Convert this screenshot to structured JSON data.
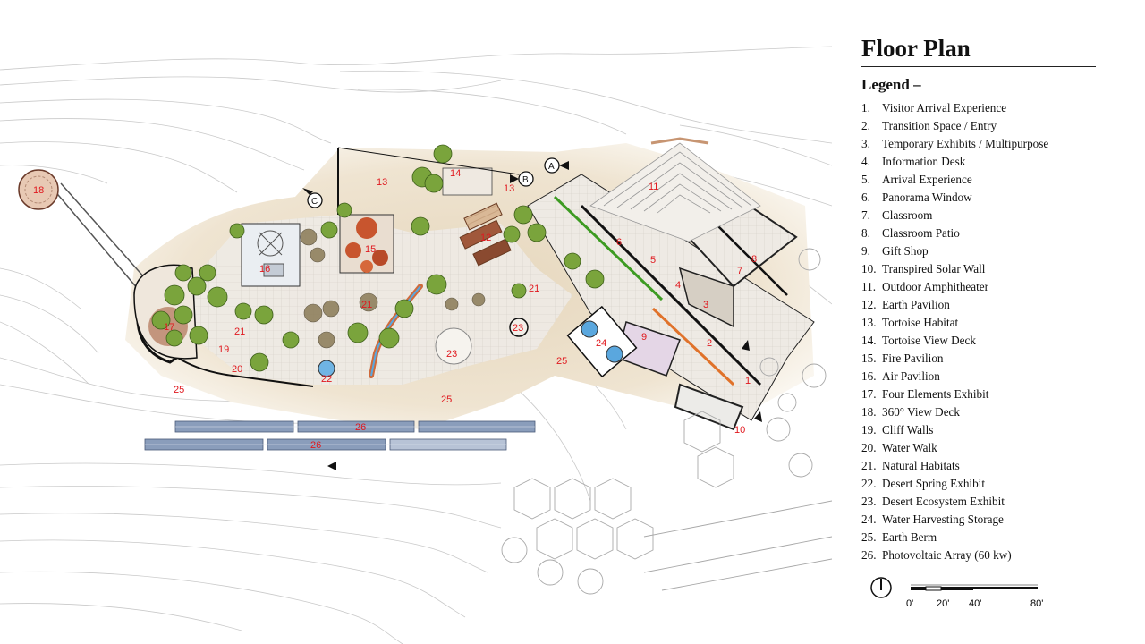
{
  "title": "Floor Plan",
  "legend": {
    "heading": "Legend –",
    "items": [
      {
        "num": "1.",
        "label": "Visitor Arrival Experience"
      },
      {
        "num": "2.",
        "label": "Transition Space / Entry"
      },
      {
        "num": "3.",
        "label": "Temporary Exhibits / Multipurpose"
      },
      {
        "num": "4.",
        "label": "Information Desk"
      },
      {
        "num": "5.",
        "label": "Arrival Experience"
      },
      {
        "num": "6.",
        "label": "Panorama Window"
      },
      {
        "num": "7.",
        "label": "Classroom"
      },
      {
        "num": "8.",
        "label": "Classroom Patio"
      },
      {
        "num": "9.",
        "label": "Gift Shop"
      },
      {
        "num": "10.",
        "label": "Transpired Solar Wall"
      },
      {
        "num": "11.",
        "label": "Outdoor Amphitheater"
      },
      {
        "num": "12.",
        "label": "Earth Pavilion"
      },
      {
        "num": "13.",
        "label": "Tortoise Habitat"
      },
      {
        "num": "14.",
        "label": "Tortoise View Deck"
      },
      {
        "num": "15.",
        "label": "Fire Pavilion"
      },
      {
        "num": "16.",
        "label": "Air Pavilion"
      },
      {
        "num": "17.",
        "label": "Four Elements Exhibit"
      },
      {
        "num": "18.",
        "label": "360° View Deck"
      },
      {
        "num": "19.",
        "label": "Cliff Walls"
      },
      {
        "num": "20.",
        "label": "Water Walk"
      },
      {
        "num": "21.",
        "label": "Natural Habitats"
      },
      {
        "num": "22.",
        "label": "Desert Spring Exhibit"
      },
      {
        "num": "23.",
        "label": "Desert Ecosystem Exhibit"
      },
      {
        "num": "24.",
        "label": "Water Harvesting Storage"
      },
      {
        "num": "25.",
        "label": "Earth Berm"
      },
      {
        "num": "26.",
        "label": "Photovoltaic Array (60 kw)"
      }
    ]
  },
  "plan_labels": [
    "18",
    "16",
    "15",
    "14",
    "13",
    "13",
    "12",
    "11",
    "6",
    "5",
    "4",
    "7",
    "8",
    "3",
    "2",
    "1",
    "9",
    "24",
    "10",
    "17",
    "19",
    "20",
    "21",
    "21",
    "21",
    "22",
    "23",
    "23",
    "25",
    "25",
    "25",
    "26",
    "26"
  ],
  "section_callouts": [
    "A",
    "B",
    "C"
  ],
  "scale_bar": {
    "ticks": [
      "0'",
      "20'",
      "40'",
      "80'"
    ]
  },
  "icons": {
    "north_arrow": "north-arrow-icon"
  },
  "colors": {
    "label_red": "#e0191f",
    "vegetation_green": "#6f9a3a",
    "solar_array_blue": "#7f92b3",
    "water_blue": "#5aa7de",
    "pavilion_orange": "#c8552e"
  }
}
